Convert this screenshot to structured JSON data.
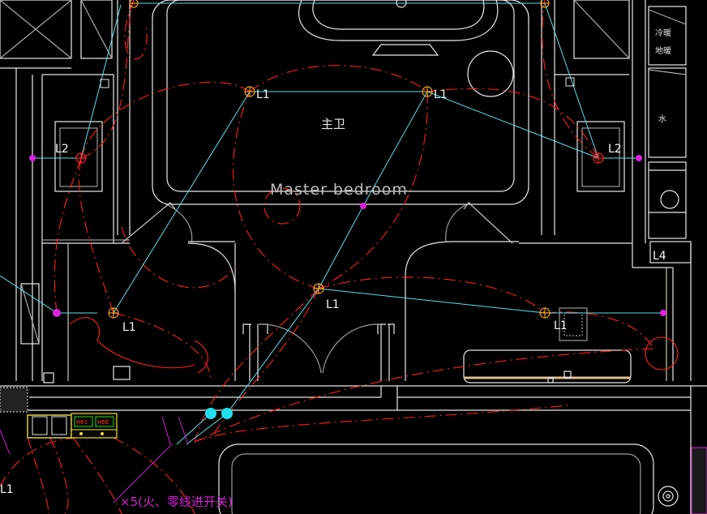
{
  "drawing": {
    "room_label": "Master bedroom",
    "room_label_cn": "主卫",
    "note_text": "×5(火、零线进开关)"
  },
  "fixtures": [
    {
      "id": "l1-a",
      "label": "L1"
    },
    {
      "id": "l1-b",
      "label": "L1"
    },
    {
      "id": "l1-c",
      "label": "L1"
    },
    {
      "id": "l1-d",
      "label": "L1"
    },
    {
      "id": "l1-e",
      "label": "L1"
    },
    {
      "id": "l1-f",
      "label": "L1"
    },
    {
      "id": "l2-left",
      "label": "L2"
    },
    {
      "id": "l2-right",
      "label": "L2"
    },
    {
      "id": "l4",
      "label": "L4"
    }
  ],
  "wardrobe_labels": [
    "冷暖",
    "地暖",
    "水"
  ],
  "switch_tags": [
    "H61",
    "H6E"
  ],
  "colors": {
    "background": "#000000",
    "wall": "#e8e8e8",
    "dim_wall": "#9a9a9a",
    "circuit": "#ff2020",
    "wire": "#59e0e8",
    "junction": "#e020e0",
    "fixture": "#f0a020",
    "switch_panel": "#e8e040",
    "switch_tag": "#20d020"
  }
}
